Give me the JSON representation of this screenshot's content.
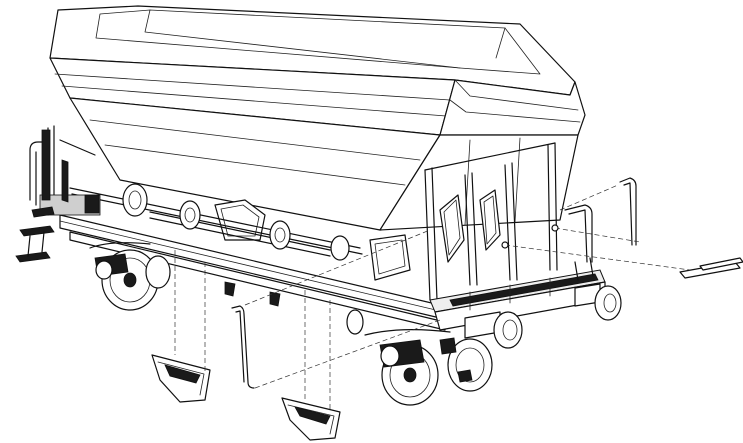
{
  "diagram": {
    "colors": {
      "ink": "#111111",
      "background": "#ffffff",
      "shade_dark": "#1a1a1a",
      "shade_light": "#eeeeee"
    },
    "parts": [
      "hopper-body",
      "underframe",
      "left-end-platform",
      "right-end-platform",
      "wheelset-front",
      "wheelset-rear",
      "buffers",
      "handrail-parts",
      "discharge-chutes"
    ]
  }
}
